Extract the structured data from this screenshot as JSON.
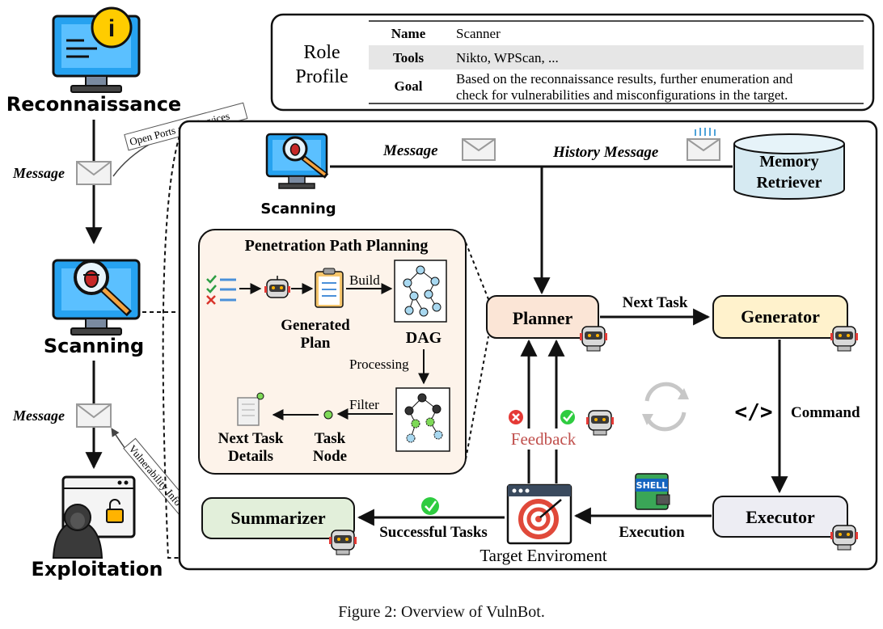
{
  "caption": "Figure 2: Overview of VulnBot.",
  "left_flow": {
    "reconnaissance": "Reconnaissance",
    "scanning": "Scanning",
    "exploitation": "Exploitation",
    "message_1": "Message",
    "message_2": "Message",
    "open_ports_label": "Open Ports and Services",
    "vuln_info_label": "Vulnerability Info"
  },
  "role_profile": {
    "title_line1": "Role",
    "title_line2": "Profile",
    "rows": [
      {
        "key": "Name",
        "value": "Scanner"
      },
      {
        "key": "Tools",
        "value": "Nikto, WPScan, ..."
      },
      {
        "key": "Goal",
        "value_line1": "Based on the reconnaissance results, further enumeration and",
        "value_line2": "check for vulnerabilities and misconfigurations in the target."
      }
    ]
  },
  "main": {
    "scanning_label": "Scanning",
    "message_label": "Message",
    "history_message_label": "History Message",
    "memory_line1": "Memory",
    "memory_line2": "Retriever",
    "planner": "Planner",
    "generator": "Generator",
    "executor": "Executor",
    "summarizer": "Summarizer",
    "next_task": "Next Task",
    "command": "Command",
    "execution": "Execution",
    "successful_tasks": "Successful Tasks",
    "feedback": "Feedback",
    "target_env": "Target Enviroment",
    "shell_label": "SHELL"
  },
  "ppp": {
    "title": "Penetration Path Planning",
    "build": "Build",
    "generated_line1": "Generated",
    "generated_line2": "Plan",
    "dag": "DAG",
    "processing": "Processing",
    "filter": "Filter",
    "task_line1": "Task",
    "task_line2": "Node",
    "next_line1": "Next Task",
    "next_line2": "Details"
  },
  "colors": {
    "planner_fill": "#fbe5d6",
    "generator_fill": "#fff2cc",
    "executor_fill": "#ededf3",
    "summarizer_fill": "#e2efda",
    "memory_fill": "#d6eaf2",
    "ppp_fill": "#fdf3ea",
    "monitor_blue": "#1e88e5",
    "feedback_red": "#c0504d",
    "check_green": "#2ecc40",
    "cross_red": "#e53935"
  }
}
